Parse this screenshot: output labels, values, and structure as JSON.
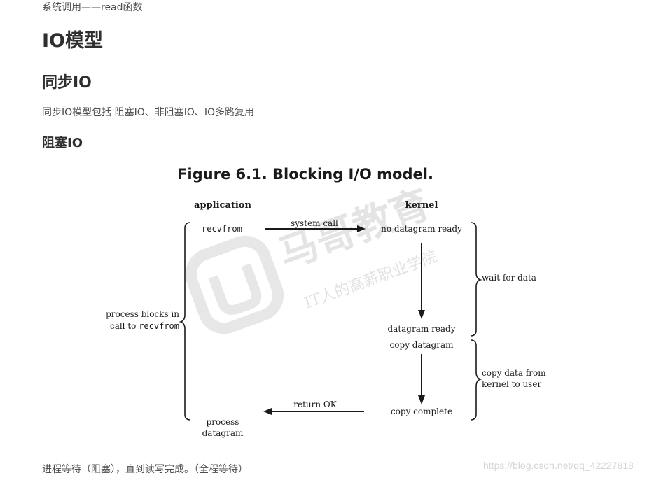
{
  "breadcrumb": "系统调用——read函数",
  "h1": "IO模型",
  "h2": "同步IO",
  "para1": "同步IO模型包括 阻塞IO、非阻塞IO、IO多路复用",
  "h3": "阻塞IO",
  "figure": {
    "title": "Figure 6.1. Blocking I/O model.",
    "application": "application",
    "kernel": "kernel",
    "recvfrom": "recvfrom",
    "system_call": "system call",
    "no_datagram_ready": "no datagram ready",
    "wait_for_data": "wait for data",
    "process_blocks_line1": "process blocks in",
    "process_blocks_line2_prefix": "call to ",
    "process_blocks_line2_code": "recvfrom",
    "datagram_ready": "datagram ready",
    "copy_datagram": "copy datagram",
    "copy_data_line1": "copy data from",
    "copy_data_line2": "kernel to user",
    "return_ok": "return OK",
    "copy_complete": "copy complete",
    "process_datagram_line1": "process",
    "process_datagram_line2": "datagram",
    "watermark_main": "马哥教育",
    "watermark_sub": "IT人的高薪职业学院"
  },
  "para2": "进程等待（阻塞），直到读写完成。（全程等待）",
  "watermark_url": "https://blog.csdn.net/qq_42227818",
  "colors": {
    "heading": "#2f2f2f",
    "text": "#4d4d4d",
    "rule": "#e6e6e6",
    "figure_ink": "#1a1a1a",
    "watermark": "#cfcfcf"
  }
}
